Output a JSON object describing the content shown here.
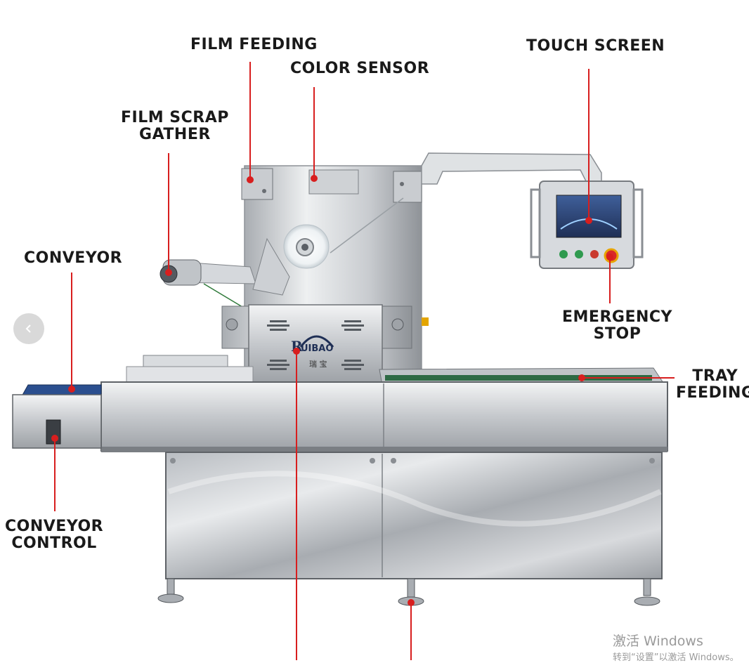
{
  "labels": {
    "film_feeding": "FILM FEEDING",
    "color_sensor": "COLOR SENSOR",
    "touch_screen": "TOUCH SCREEN",
    "film_scrap_gather_1": "FILM SCRAP",
    "film_scrap_gather_2": "GATHER",
    "conveyor": "CONVEYOR",
    "emergency_stop_1": "EMERGENCY",
    "emergency_stop_2": "STOP",
    "tray_feeding_1": "TRAY",
    "tray_feeding_2": "FEEDING",
    "conveyor_control_1": "CONVEYOR",
    "conveyor_control_2": "CONTROL"
  },
  "logo": {
    "text": "UIBAO",
    "initial": "R",
    "chinese": "瑞 宝"
  },
  "watermark": {
    "line1": "激活 Windows",
    "line2": "转到“设置”以激活 Windows。"
  },
  "colors": {
    "leader": "#d81e1e",
    "steel_light": "#e4e6e8",
    "steel_dark": "#8c9096",
    "conveyor_belt": "#2b4f8f"
  }
}
